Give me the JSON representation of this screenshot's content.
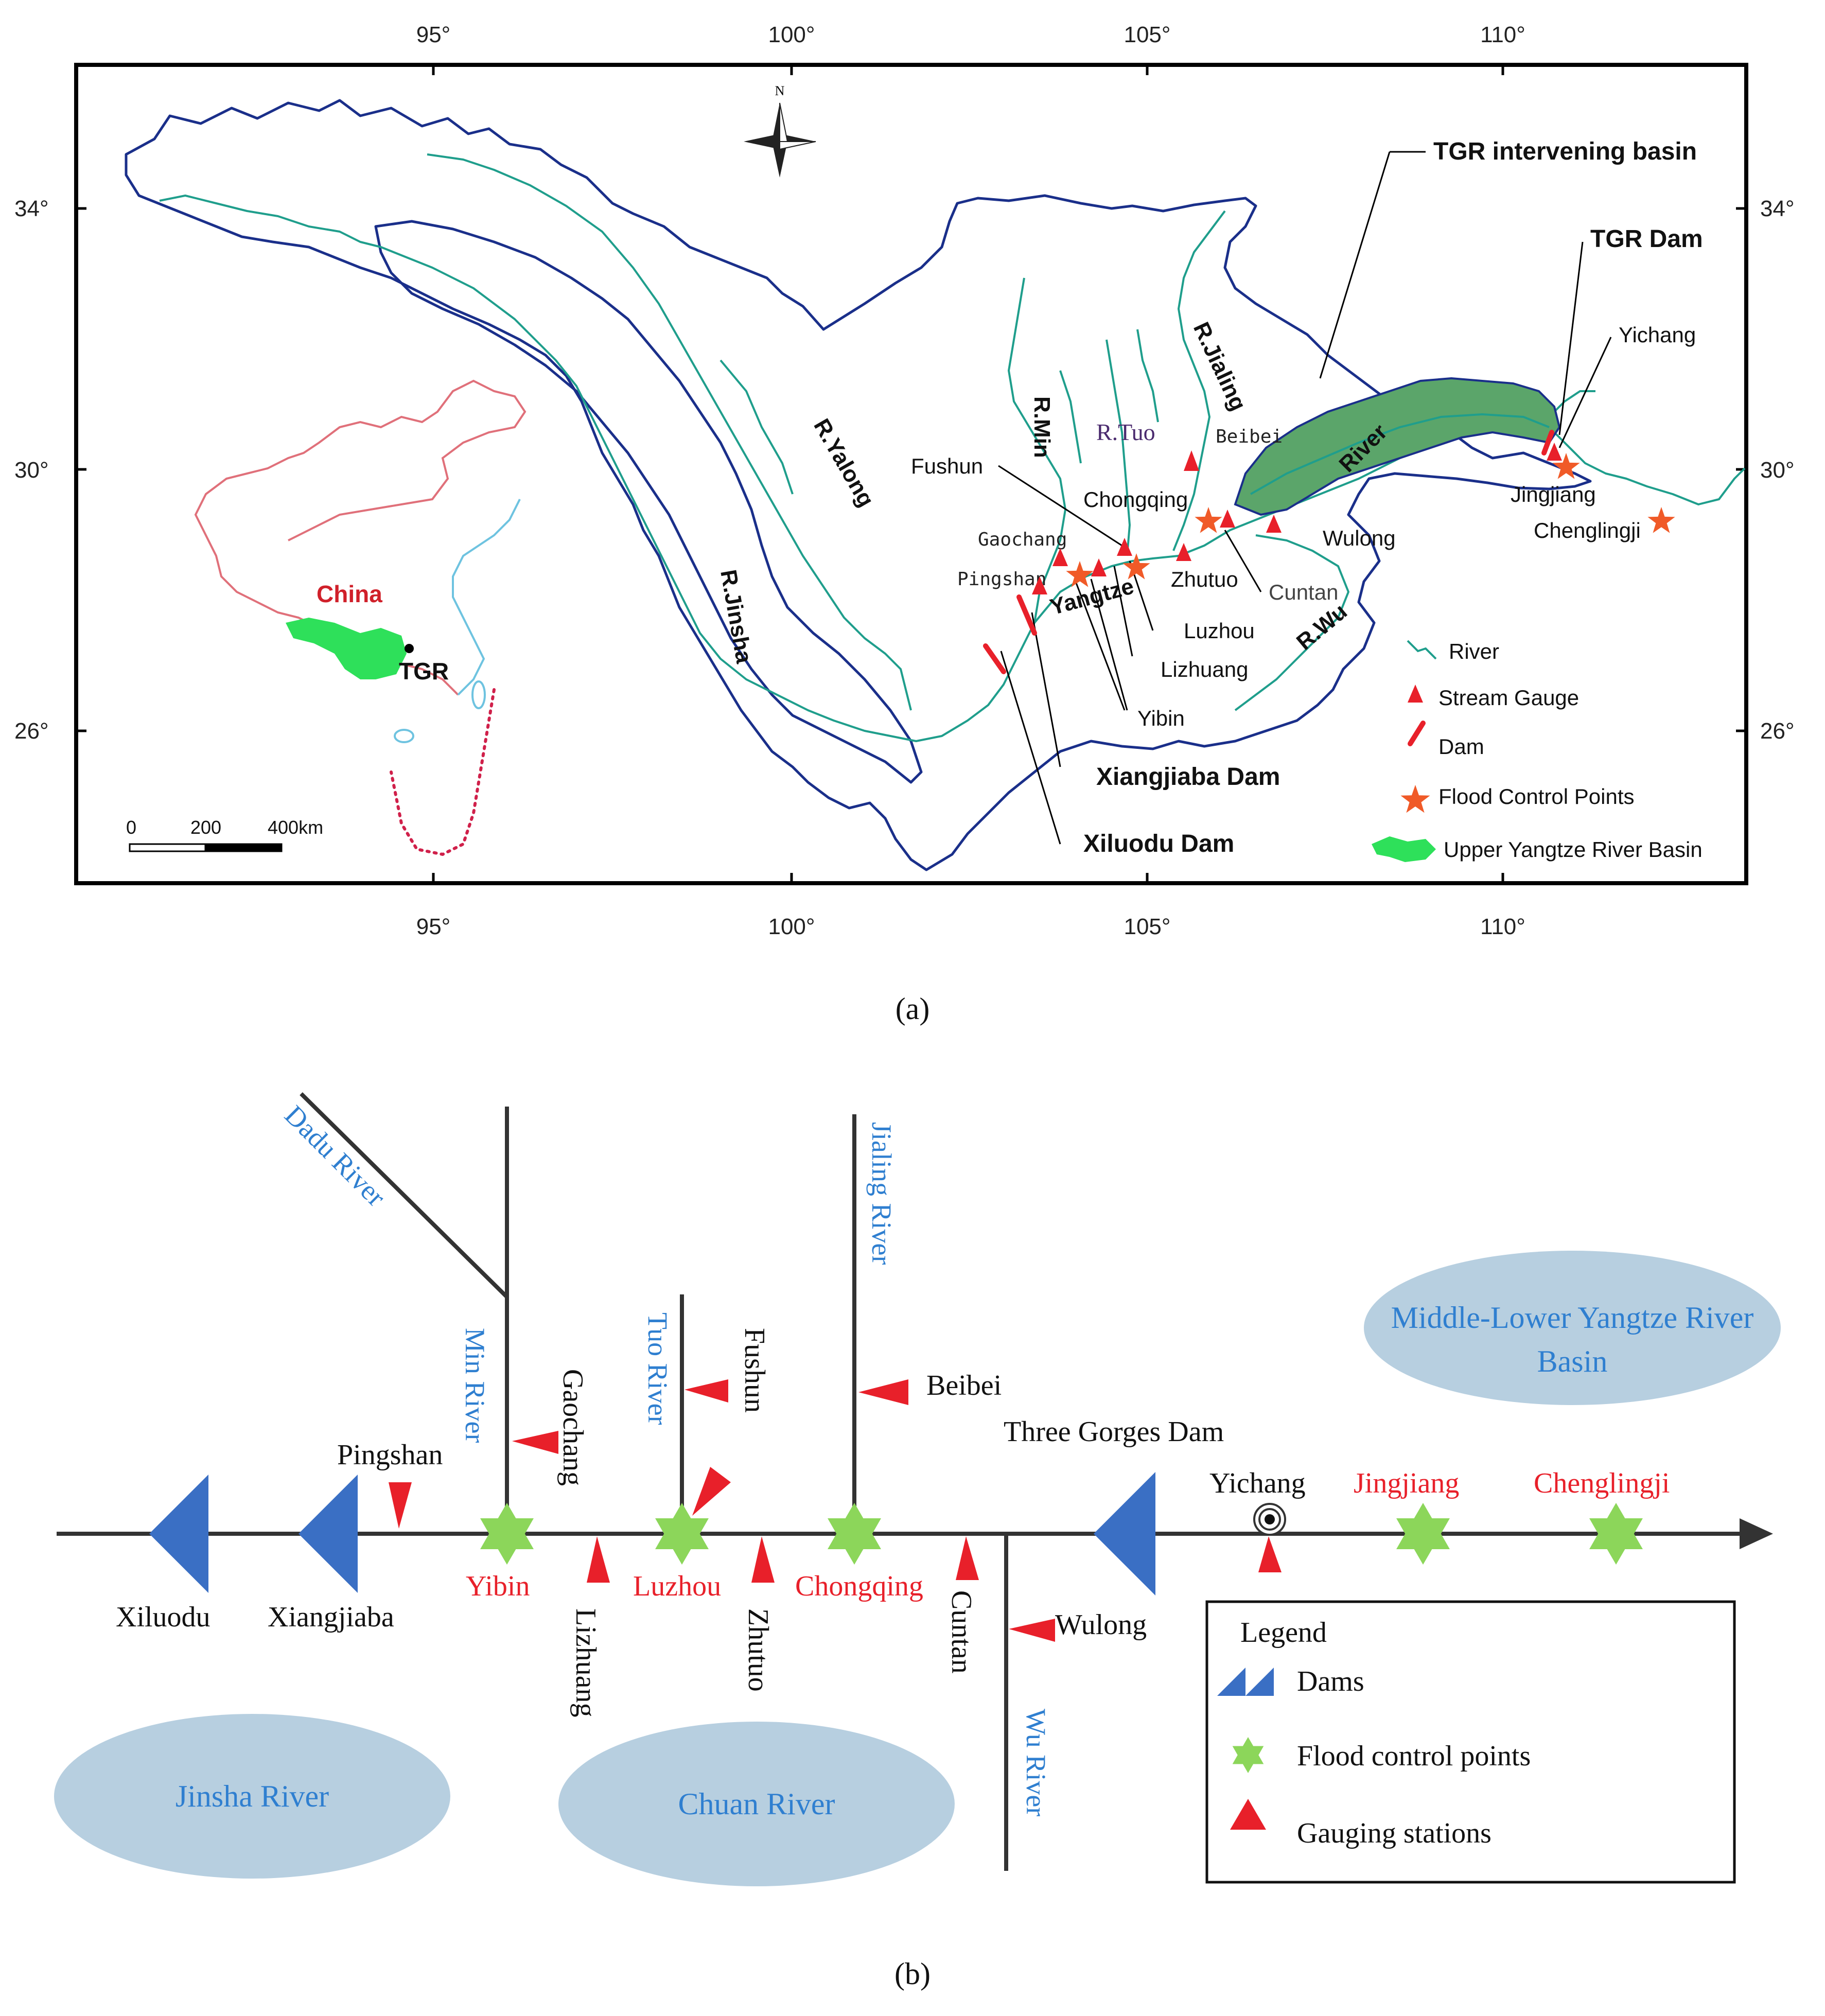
{
  "panel_a": {
    "caption": "(a)",
    "axes": {
      "lon_top": [
        "95°",
        "100°",
        "105°",
        "110°"
      ],
      "lon_bottom": [
        "95°",
        "100°",
        "105°",
        "110°"
      ],
      "lat_left": [
        "34°",
        "30°",
        "26°"
      ],
      "lat_right": [
        "34°",
        "30°",
        "26°"
      ]
    },
    "north": "N",
    "rivers": {
      "jinsha": "R.Jinsha",
      "yalong": "R.Yalong",
      "min": "R.Min",
      "tuo": "R.Tuo",
      "jialing": "R.Jialing",
      "wu": "R.Wu",
      "yangtze": "Yangtze",
      "river": "River"
    },
    "places": {
      "fushun": "Fushun",
      "gaochang": "Gaochang",
      "pingshan": "Pingshan",
      "beibei": "Beibei",
      "chongqing": "Chongqing",
      "zhutuo": "Zhutuo",
      "cuntan": "Cuntan",
      "wulong": "Wulong",
      "luzhou": "Luzhou",
      "lizhuang": "Lizhuang",
      "yibin": "Yibin",
      "xiangjiaba": "Xiangjiaba Dam",
      "xiluodu": "Xiluodu Dam",
      "tgr_basin": "TGR intervening basin",
      "tgr_dam": "TGR Dam",
      "yichang": "Yichang",
      "jingjiang": "Jingjiang",
      "chenglingji": "Chenglingji"
    },
    "inset": {
      "country": "China",
      "point": "TGR"
    },
    "scale": {
      "zero": "0",
      "mid": "200",
      "end": "400km"
    },
    "legend": {
      "river": "River",
      "gauge": "Stream Gauge",
      "dam": "Dam",
      "flood": "Flood Control Points",
      "basin": "Upper Yangtze River Basin"
    },
    "colors": {
      "basin_outline": "#1a2f8a",
      "river": "#1f9e8c",
      "tgr_fill": "#5ba56a",
      "gauge": "#e8202a",
      "flood_star": "#f05a28",
      "china_outline": "#e0707a",
      "china_coast": "#6ec3e0",
      "inset_basin": "#2ee05a"
    }
  },
  "panel_b": {
    "caption": "(b)",
    "rivers": {
      "dadu": "Dadu River",
      "min": "Min River",
      "tuo": "Tuo River",
      "jialing": "Jialing River",
      "wu": "Wu River"
    },
    "dams": {
      "xiluodu": "Xiluodu",
      "xiangjiaba": "Xiangjiaba",
      "three_gorges": "Three Gorges Dam"
    },
    "stations": {
      "pingshan": "Pingshan",
      "gaochang": "Gaochang",
      "lizhuang": "Lizhuang",
      "fushun": "Fushun",
      "zhutuo": "Zhutuo",
      "beibei": "Beibei",
      "cuntan": "Cuntan",
      "wulong": "Wulong",
      "yichang": "Yichang"
    },
    "flood_points": {
      "yibin": "Yibin",
      "luzhou": "Luzhou",
      "chongqing": "Chongqing",
      "jingjiang": "Jingjiang",
      "chenglingji": "Chenglingji"
    },
    "regions": {
      "middle_lower_1": "Middle-Lower Yangtze River",
      "middle_lower_2": "Basin",
      "jinsha": "Jinsha River",
      "chuan": "Chuan River"
    },
    "legend": {
      "title": "Legend",
      "dams": "Dams",
      "flood": "Flood control points",
      "gauging": "Gauging stations"
    },
    "colors": {
      "dam": "#3a6fc4",
      "star": "#8cd65a",
      "gauge": "#e8202a",
      "region": "#b7cfe0",
      "river_label": "#2f7fd0",
      "flood_label": "#e8202a"
    }
  }
}
